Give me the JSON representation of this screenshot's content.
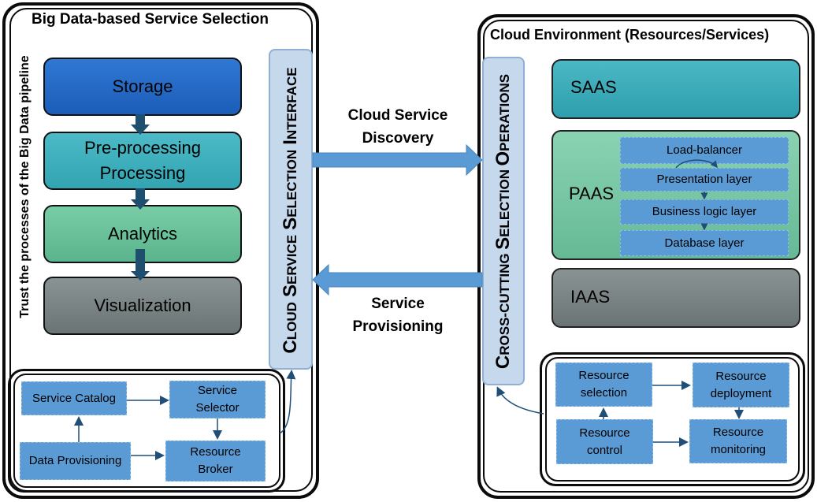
{
  "left_panel": {
    "title": "Big Data-based Service Selection",
    "side_label": "Trust the processes of the Big Data pipeline",
    "stages": [
      {
        "id": "storage",
        "lines": [
          "Storage"
        ]
      },
      {
        "id": "preprocessing",
        "lines": [
          "Pre-processing",
          "Processing"
        ]
      },
      {
        "id": "analytics",
        "lines": [
          "Analytics"
        ]
      },
      {
        "id": "visualization",
        "lines": [
          "Visualization"
        ]
      }
    ],
    "components": {
      "service_catalog": "Service Catalog",
      "service_selector": [
        "Service",
        "Selector"
      ],
      "data_provisioning": "Data Provisioning",
      "resource_broker": [
        "Resource",
        "Broker"
      ]
    }
  },
  "interface": {
    "words": [
      {
        "cap": "C",
        "rest": "LOUD"
      },
      {
        "cap": "S",
        "rest": "ERVICE"
      },
      {
        "cap": "S",
        "rest": "ELECTION"
      },
      {
        "cap": "I",
        "rest": "NTERFACE"
      }
    ]
  },
  "arrows": {
    "discovery": [
      "Cloud Service",
      "Discovery"
    ],
    "provisioning": [
      "Service",
      "Provisioning"
    ]
  },
  "cross_cutting": {
    "words": [
      {
        "cap": "C",
        "rest": "ROSS-CUTTING"
      },
      {
        "cap": "S",
        "rest": "ELECTION"
      },
      {
        "cap": "O",
        "rest": "PERATIONS"
      }
    ]
  },
  "right_panel": {
    "title": "Cloud Environment (Resources/Services)",
    "saas": "SAAS",
    "paas": "PAAS",
    "iaas": "IAAS",
    "paas_layers": [
      "Load-balancer",
      "Presentation layer",
      "Business logic layer",
      "Database layer"
    ],
    "operations": {
      "resource_selection": [
        "Resource",
        "selection"
      ],
      "resource_deployment": [
        "Resource",
        "deployment"
      ],
      "resource_control": [
        "Resource",
        "control"
      ],
      "resource_monitoring": [
        "Resource",
        "monitoring"
      ]
    }
  },
  "colors": {
    "storage": "#2166c6",
    "preprocessing": "#3fb0bd",
    "analytics": "#6cc49a",
    "visualization": "#7b8586",
    "saas": "#3aa9b8",
    "paas": "#7fcaa8",
    "iaas": "#7b8586",
    "component": "#5b9bd5",
    "interface": "#c6d8ec",
    "arrow": "#5b9bd5",
    "pipeline_arrow": "#1e4f6e"
  }
}
